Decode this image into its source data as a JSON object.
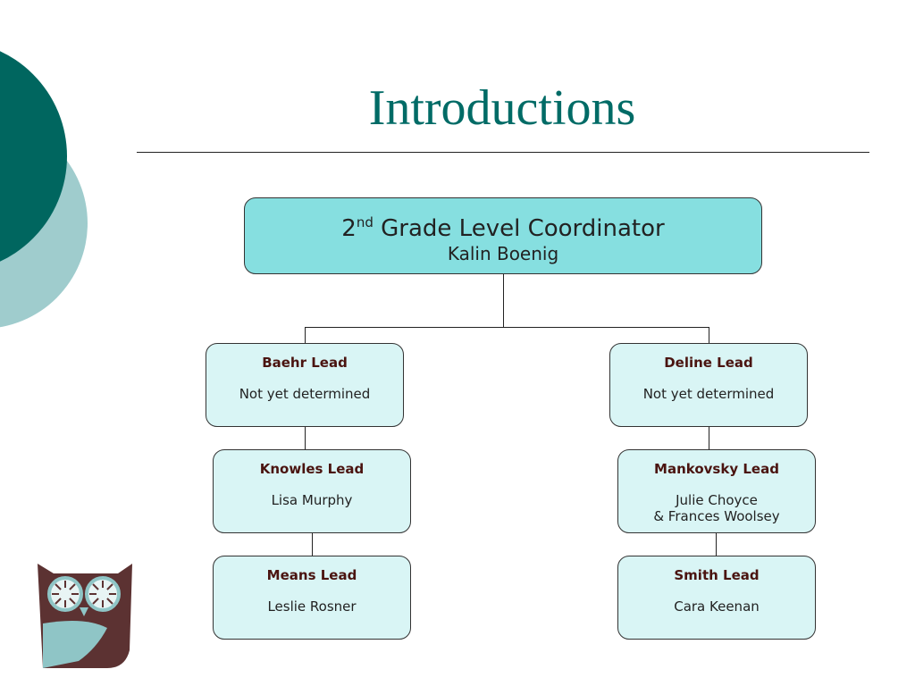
{
  "slide": {
    "title": "Introductions"
  },
  "org_chart": {
    "top": {
      "ordinal": "2",
      "suffix": "nd",
      "role": "Grade Level Coordinator",
      "name": "Kalin Boenig"
    },
    "left_column": [
      {
        "role": "Baehr Lead",
        "person": "Not yet determined"
      },
      {
        "role": "Knowles Lead",
        "person": "Lisa Murphy"
      },
      {
        "role": "Means Lead",
        "person": "Leslie Rosner"
      }
    ],
    "right_column": [
      {
        "role": "Deline Lead",
        "person": "Not yet determined"
      },
      {
        "role": "Mankovsky Lead",
        "person": "Julie Choyce",
        "person_line2": "& Frances Woolsey"
      },
      {
        "role": "Smith Lead",
        "person": "Cara Keenan"
      }
    ]
  },
  "colors": {
    "title": "#006b66",
    "circle_dark": "#00665f",
    "circle_light": "#9fcccd",
    "top_box": "#86dfe0",
    "box": "#d9f5f5",
    "role_text": "#4a1410",
    "owl_brown": "#5c3232",
    "owl_teal": "#8fc5c6"
  },
  "icons": [
    "decorative-circles",
    "owl-logo"
  ]
}
